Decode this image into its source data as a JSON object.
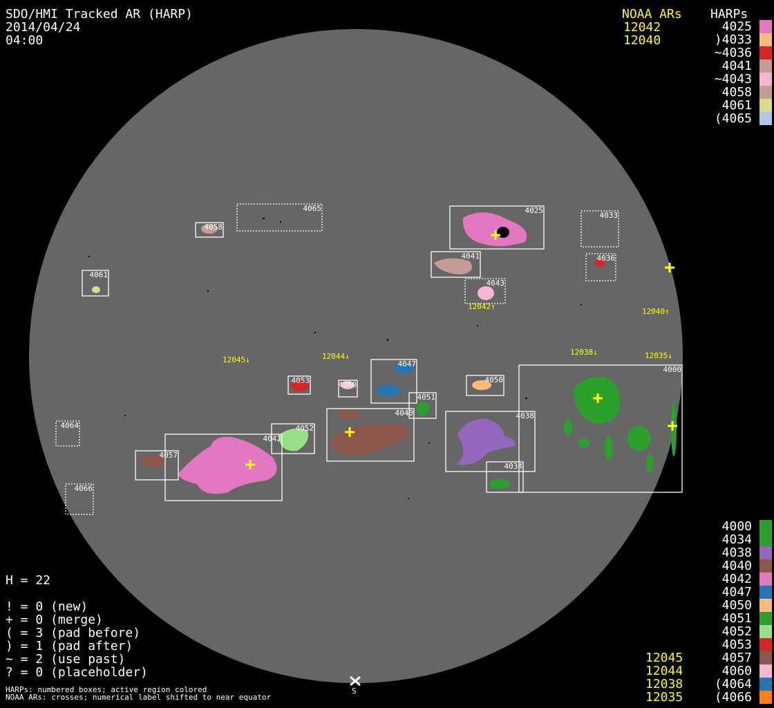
{
  "header": {
    "title": "SDO/HMI Tracked AR (HARP)",
    "date": "2014/04/24",
    "time": "04:00"
  },
  "legend_top": {
    "noaa_title": "NOAA ARs",
    "harps_title": "HARPs",
    "noaa": [
      "12042",
      "12040"
    ],
    "harps": [
      {
        "label": "4025",
        "color": "#e377c2"
      },
      {
        "label": ")4033",
        "color": "#ffbb78"
      },
      {
        "label": "~4036",
        "color": "#d62728"
      },
      {
        "label": "4041",
        "color": "#c49c94"
      },
      {
        "label": "~4043",
        "color": "#f7b6d2"
      },
      {
        "label": "4058",
        "color": "#c49c94"
      },
      {
        "label": "4061",
        "color": "#dbdb8d"
      },
      {
        "label": "(4065",
        "color": "#aec7e8"
      }
    ]
  },
  "legend_bottom": {
    "noaa": [
      "12045",
      "12044",
      "12038",
      "12035"
    ],
    "harps": [
      {
        "label": "4000",
        "color": "#2ca02c"
      },
      {
        "label": "4034",
        "color": "#2ca02c"
      },
      {
        "label": "4038",
        "color": "#9467bd"
      },
      {
        "label": "4040",
        "color": "#8c564b"
      },
      {
        "label": "4042",
        "color": "#e377c2"
      },
      {
        "label": "4047",
        "color": "#1f77b4"
      },
      {
        "label": "4050",
        "color": "#ffbb78"
      },
      {
        "label": "4051",
        "color": "#2ca02c"
      },
      {
        "label": "4052",
        "color": "#98df8a"
      },
      {
        "label": "4053",
        "color": "#d62728"
      },
      {
        "label": "4057",
        "color": "#8c564b"
      },
      {
        "label": "4060",
        "color": "#f7b6d2"
      },
      {
        "label": "(4064",
        "color": "#1f77b4"
      },
      {
        "label": "(4066",
        "color": "#ff7f0e"
      }
    ]
  },
  "stats": {
    "h": "H = 22",
    "lines": [
      "! = 0 (new)",
      "+ = 0 (merge)",
      "( = 3 (pad before)",
      ") = 1 (pad after)",
      "~ = 2 (use past)",
      "? = 0 (placeholder)"
    ]
  },
  "footer": {
    "line1": "HARPs: numbered boxes; active region colored",
    "line2": "NOAA ARs: crosses; numerical label shifted to near equator",
    "south": "S"
  },
  "map": {
    "harp_ids": {
      "h4000": "4000",
      "h4025": "4025",
      "h4033": "4033",
      "h4034": "4034",
      "h4036": "4036",
      "h4038": "4038",
      "h4040": "4040",
      "h4041": "4041",
      "h4042": "4042",
      "h4043": "4043",
      "h4047": "4047",
      "h4050": "4050",
      "h4051": "4051",
      "h4052": "4052",
      "h4053": "4053",
      "h4057": "4057",
      "h4058": "4058",
      "h4060": "4060",
      "h4061": "4061",
      "h4064": "4064",
      "h4065": "4065",
      "h4066": "4066"
    },
    "noaa_labels": {
      "n12045": "12045↓",
      "n12044": "12044↓",
      "n12042": "12042↑",
      "n12040": "12040↑",
      "n12038": "12038↓",
      "n12035": "12035↓"
    }
  }
}
